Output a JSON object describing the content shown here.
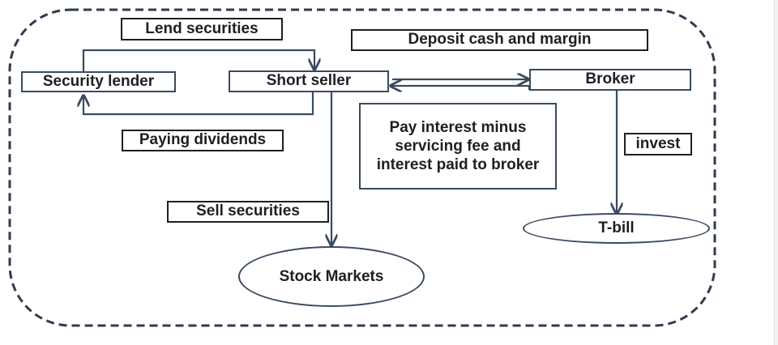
{
  "labels": {
    "lend_securities": "Lend securities",
    "deposit_cash_margin": "Deposit cash and margin",
    "paying_dividends": "Paying dividends",
    "pay_interest": "Pay interest minus servicing fee and interest paid to broker",
    "sell_securities": "Sell securities",
    "invest": "invest"
  },
  "nodes": {
    "security_lender": "Security lender",
    "short_seller": "Short seller",
    "broker": "Broker",
    "stock_markets": "Stock Markets",
    "tbill": "T-bill"
  },
  "colors": {
    "line": "#3a4a5e",
    "dashed_border": "#2f3b4f",
    "text": "#1f1f1f"
  }
}
